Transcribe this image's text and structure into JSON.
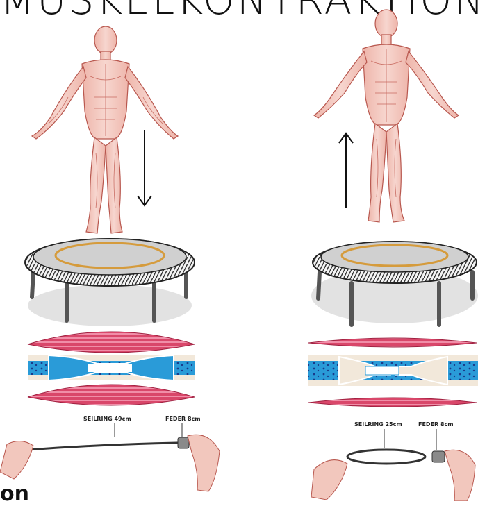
{
  "title": "MUSKELKONTRAKTION",
  "left_panel": {
    "seilring_label": "SEILRING 49cm",
    "feder_label": "FEDER 8cm"
  },
  "right_panel": {
    "seilring_label": "SEILRING 25cm",
    "feder_label": "FEDER 8cm"
  },
  "footer_partial_text": "on",
  "colors": {
    "muscle_pink": "#d9476a",
    "muscle_stripe": "#f49ab0",
    "fiber_blue": "#2a9bd8",
    "trampoline_mat": "#c9c9c9",
    "trampoline_ring": "#d59b3c",
    "skin": "#f2c7bd",
    "skin_line": "#b8574e"
  }
}
